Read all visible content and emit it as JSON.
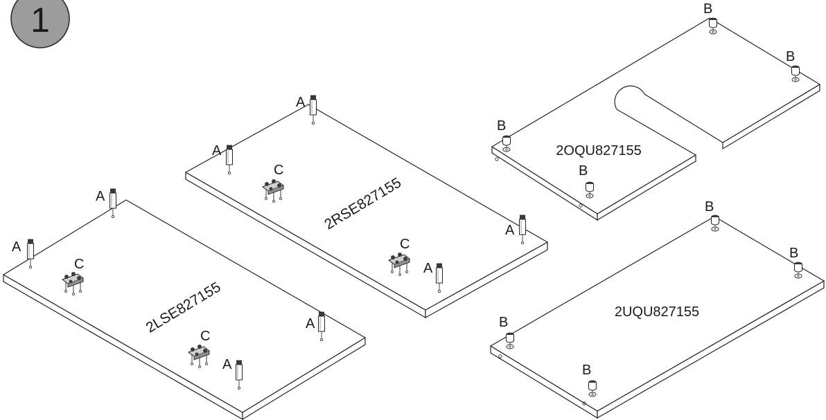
{
  "step": {
    "number": "1",
    "badge_fill": "#9c9c9c"
  },
  "panels": {
    "left_side": "2LSE827155",
    "right_side": "2RSE827155",
    "top": "2OQU827155",
    "bottom": "2UQU827155"
  },
  "part_letters": {
    "dowel": "A",
    "cam": "B",
    "hinge": "C"
  }
}
